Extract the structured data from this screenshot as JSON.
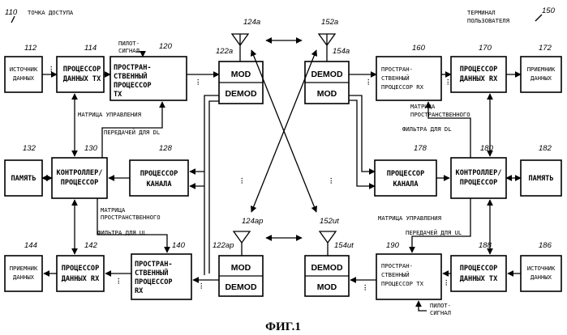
{
  "figure_caption": "ФИГ.1",
  "access_point": {
    "ref": "110",
    "label": "ТОЧКА ДОСТУПА"
  },
  "user_terminal": {
    "ref": "150",
    "label_line1": "ТЕРМИНАЛ",
    "label_line2": "ПОЛЬЗОВАТЕЛЯ"
  },
  "blocks": {
    "b112": {
      "ref": "112",
      "line1": "ИСТОЧНИК",
      "line2": "ДАННЫХ"
    },
    "b114": {
      "ref": "114",
      "line1": "ПРОЦЕССОР",
      "line2": "ДАННЫХ TX"
    },
    "b120": {
      "ref": "120",
      "line1": "ПРОСТРАН-",
      "line2": "СТВЕННЫЙ",
      "line3": "ПРОЦЕССОР",
      "line4": "TX"
    },
    "b132": {
      "ref": "132",
      "line1": "ПАМЯТЬ"
    },
    "b130": {
      "ref": "130",
      "line1": "КОНТРОЛЛЕР/",
      "line2": "ПРОЦЕССОР"
    },
    "b128": {
      "ref": "128",
      "line1": "ПРОЦЕССОР",
      "line2": "КАНАЛА"
    },
    "b144": {
      "ref": "144",
      "line1": "ПРИЕМНИК",
      "line2": "ДАННЫХ"
    },
    "b142": {
      "ref": "142",
      "line1": "ПРОЦЕССОР",
      "line2": "ДАННЫХ RX"
    },
    "b140": {
      "ref": "140",
      "line1": "ПРОСТРАН-",
      "line2": "СТВЕННЫЙ",
      "line3": "ПРОЦЕССОР",
      "line4": "RX"
    },
    "b160": {
      "ref": "160",
      "line1": "ПРОСТРАН-",
      "line2": "СТВЕННЫЙ",
      "line3": "ПРОЦЕССОР RX"
    },
    "b170": {
      "ref": "170",
      "line1": "ПРОЦЕССОР",
      "line2": "ДАННЫХ RX"
    },
    "b172": {
      "ref": "172",
      "line1": "ПРИЕМНИК",
      "line2": "ДАННЫХ"
    },
    "b178": {
      "ref": "178",
      "line1": "ПРОЦЕССОР",
      "line2": "КАНАЛА"
    },
    "b180": {
      "ref": "180",
      "line1": "КОНТРОЛЛЕР/",
      "line2": "ПРОЦЕССОР"
    },
    "b182": {
      "ref": "182",
      "line1": "ПАМЯТЬ"
    },
    "b190": {
      "ref": "190",
      "line1": "ПРОСТРАН-",
      "line2": "СТВЕННЫЙ",
      "line3": "ПРОЦЕССОР TX"
    },
    "b188": {
      "ref": "188",
      "line1": "ПРОЦЕССОР",
      "line2": "ДАННЫХ TX"
    },
    "b186": {
      "ref": "186",
      "line1": "ИСТОЧНИК",
      "line2": "ДАННЫХ"
    }
  },
  "modems": {
    "ap_top": {
      "ref": "122a",
      "top": "MOD",
      "bottom": "DEMOD"
    },
    "ap_bot": {
      "ref": "122ap",
      "top": "MOD",
      "bottom": "DEMOD"
    },
    "ut_top": {
      "ref": "154a",
      "top": "DEMOD",
      "bottom": "MOD"
    },
    "ut_bot": {
      "ref": "154ut",
      "top": "DEMOD",
      "bottom": "MOD"
    }
  },
  "antennas": {
    "a124a": "124a",
    "a124ap": "124ap",
    "a152a": "152a",
    "a152ut": "152ut"
  },
  "labels": {
    "pilot_top_1": "ПИЛОТ-",
    "pilot_top_2": "СИГНАЛ",
    "pilot_bot_1": "ПИЛОТ-",
    "pilot_bot_2": "СИГНАЛ",
    "ap_ctrl_1": "МАТРИЦА УПРАВЛЕНИЯ",
    "ap_ctrl_2": "ПЕРЕДАЧЕЙ ДЛЯ DL",
    "ap_filt_1": "МАТРИЦА",
    "ap_filt_2": "ПРОСТРАНСТВЕННОГО",
    "ap_filt_3": "ФИЛЬТРА ДЛЯ UL",
    "ut_filt_1": "МАТРИЦА",
    "ut_filt_2": "ПРОСТРАНСТВЕННОГО",
    "ut_filt_3": "ФИЛЬТРА ДЛЯ DL",
    "ut_ctrl_1": "МАТРИЦА УПРАВЛЕНИЯ",
    "ut_ctrl_2": "ПЕРЕДАЧЕЙ ДЛЯ UL"
  }
}
